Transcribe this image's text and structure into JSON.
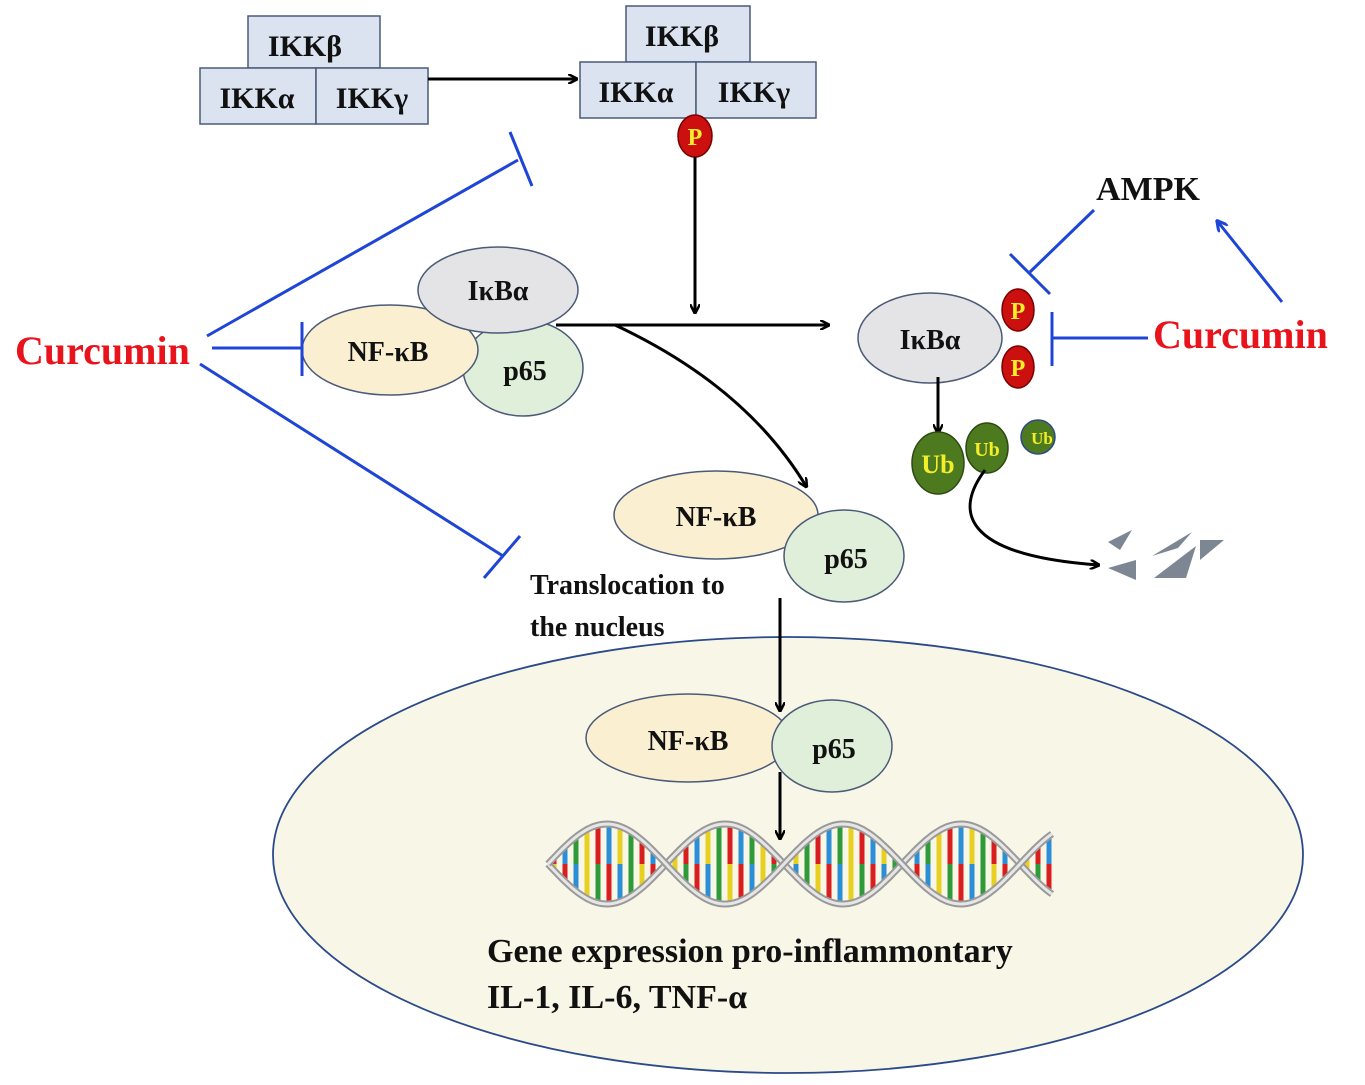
{
  "ikk_complex_left": {
    "beta": "IKKβ",
    "alpha": "IKKα",
    "gamma": "IKKγ"
  },
  "ikk_complex_right": {
    "beta": "IKKβ",
    "alpha": "IKKα",
    "gamma": "IKKγ",
    "phospho": "P"
  },
  "cytoplasm_complex": {
    "ikba": "IκBα",
    "nfkb": "NF-κB",
    "p65": "p65"
  },
  "curcumin_left": "Curcumin",
  "curcumin_right": "Curcumin",
  "ampk": "AMPK",
  "ikba_phospho": {
    "label": "IκBα",
    "p1": "P",
    "p2": "P"
  },
  "ubiquitin": {
    "ub1": "Ub",
    "ub2": "Ub",
    "ub3": "Ub"
  },
  "translocated": {
    "nfkb": "NF-κB",
    "p65": "p65",
    "caption_line1": "Translocation to",
    "caption_line2": "the nucleus"
  },
  "nucleus": {
    "nfkb": "NF-κB",
    "p65": "p65",
    "gene_line1": "Gene expression pro-inflammontary",
    "gene_line2": "IL-1, IL-6, TNF-α"
  },
  "colors": {
    "inhibition": "#1f45d6",
    "curcumin": "#e8131b",
    "phospho": "#cc1010",
    "ubiquitin": "#4d7a1f",
    "ikk_box": "#dbe3f0",
    "nfkb_fill": "#fbefd2",
    "p65_fill": "#e0efd9",
    "ikba_fill": "#e4e4e6",
    "nucleus_fill": "#f8f6e6"
  }
}
